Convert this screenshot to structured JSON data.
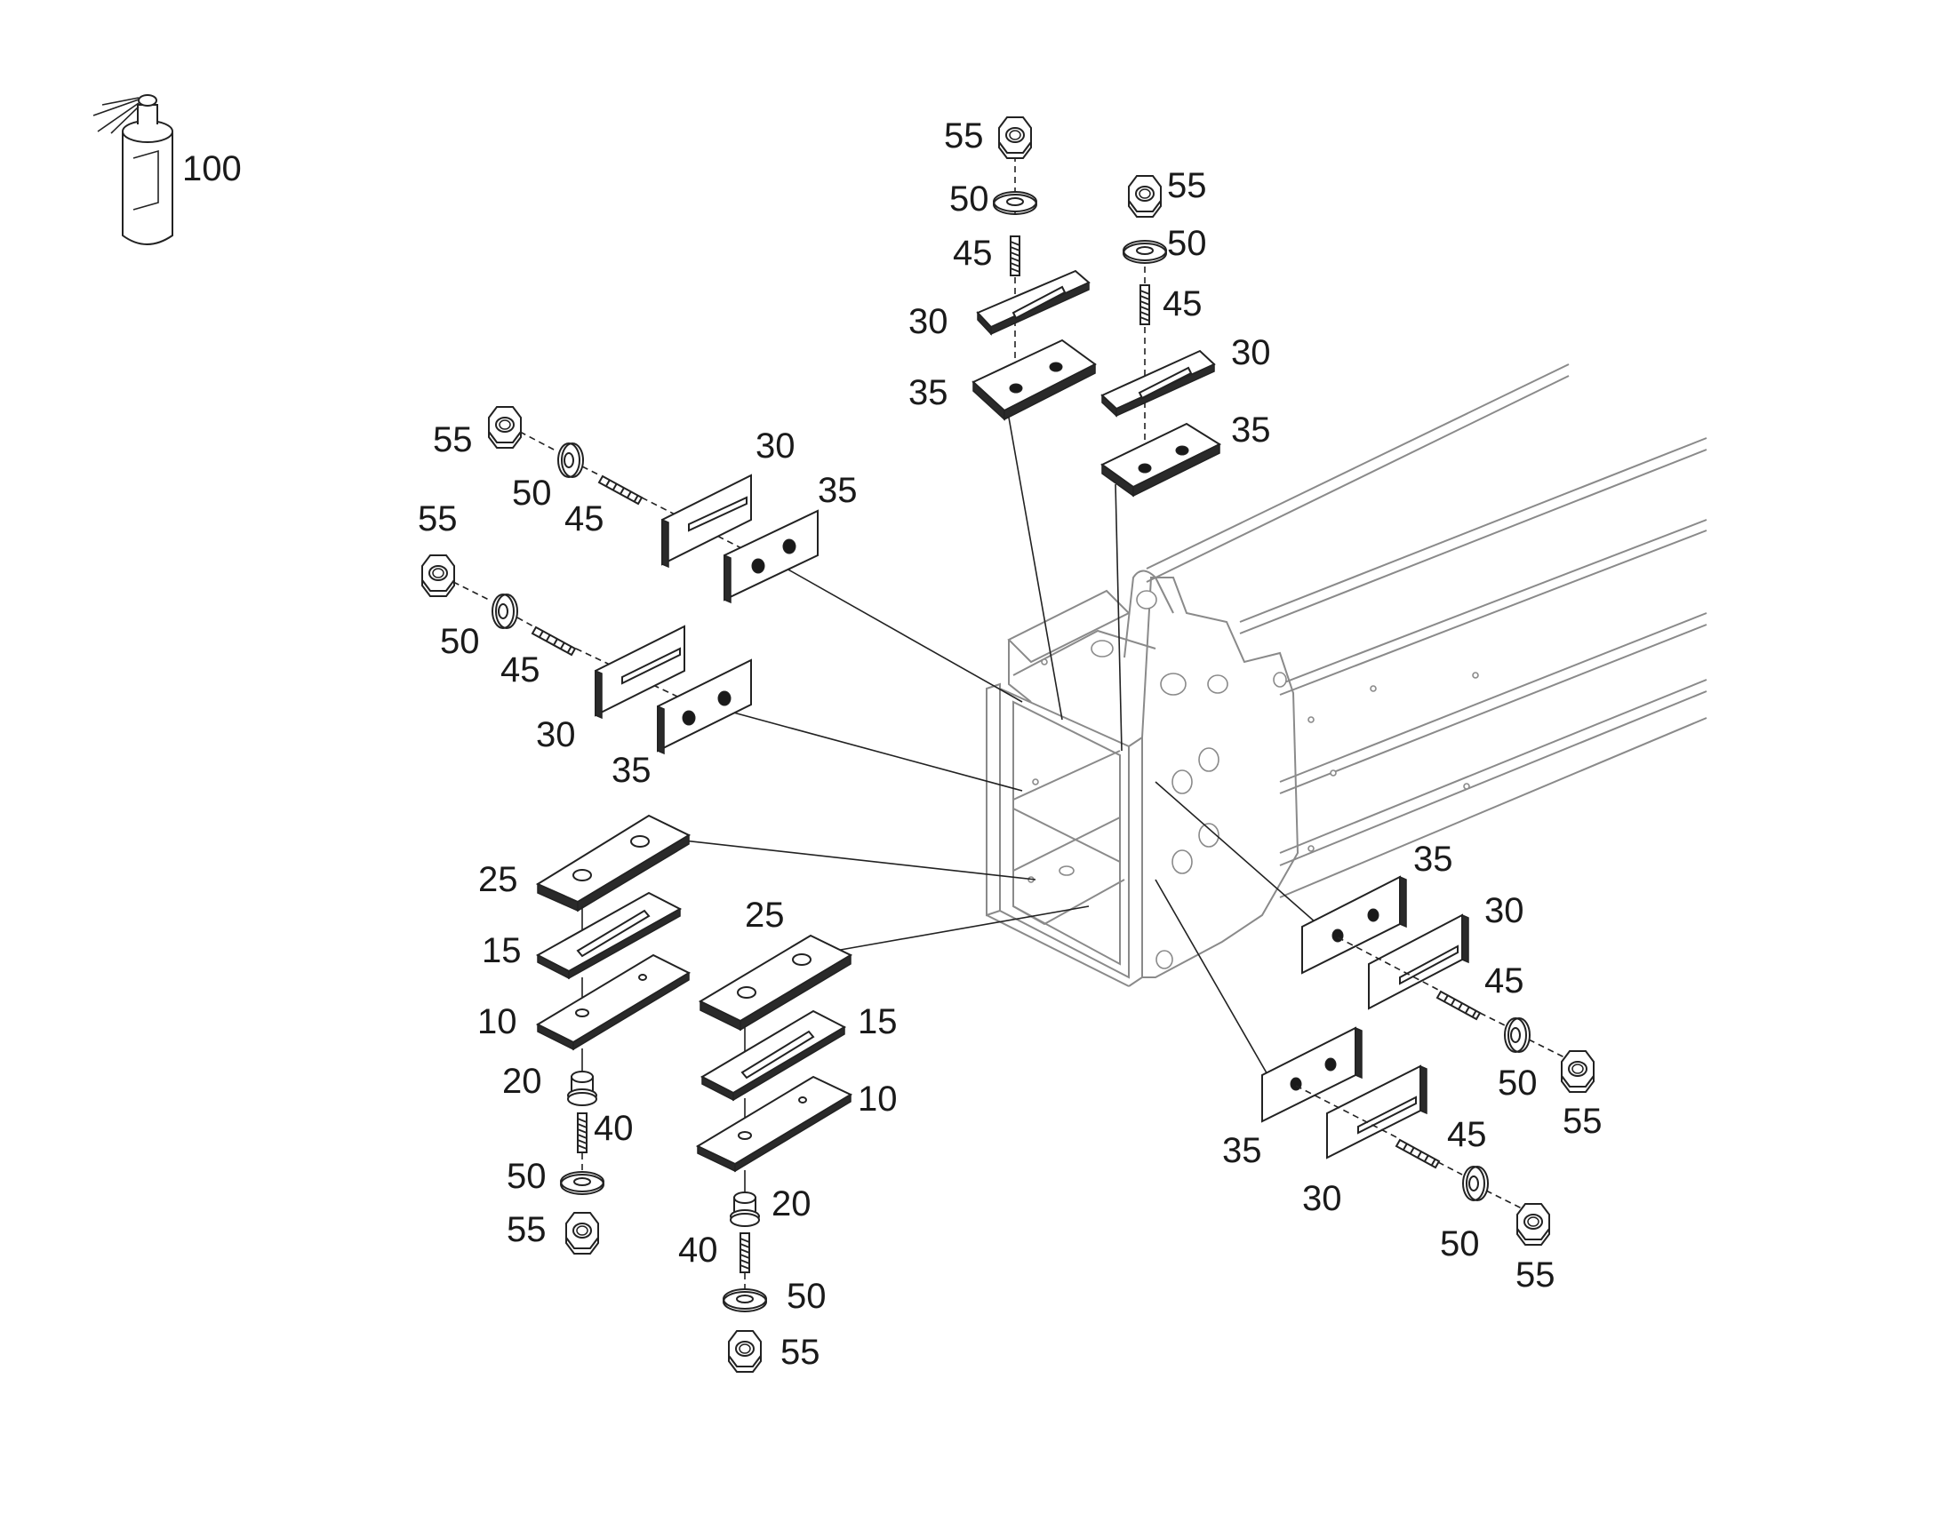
{
  "diagram": {
    "labels": [
      {
        "id": "l100",
        "text": "100"
      },
      {
        "id": "l55a",
        "text": "55"
      },
      {
        "id": "l50a",
        "text": "50"
      },
      {
        "id": "l45a",
        "text": "45"
      },
      {
        "id": "l30a",
        "text": "30"
      },
      {
        "id": "l35a",
        "text": "35"
      },
      {
        "id": "l55b",
        "text": "55"
      },
      {
        "id": "l50b",
        "text": "50"
      },
      {
        "id": "l45b",
        "text": "45"
      },
      {
        "id": "l30b",
        "text": "30"
      },
      {
        "id": "l35b",
        "text": "35"
      },
      {
        "id": "l55c",
        "text": "55"
      },
      {
        "id": "l50c",
        "text": "50"
      },
      {
        "id": "l45c",
        "text": "45"
      },
      {
        "id": "l30c",
        "text": "30"
      },
      {
        "id": "l35c",
        "text": "35"
      },
      {
        "id": "l55d",
        "text": "55"
      },
      {
        "id": "l50d",
        "text": "50"
      },
      {
        "id": "l45d",
        "text": "45"
      },
      {
        "id": "l30d",
        "text": "30"
      },
      {
        "id": "l35d",
        "text": "35"
      },
      {
        "id": "l25a",
        "text": "25"
      },
      {
        "id": "l15a",
        "text": "15"
      },
      {
        "id": "l10a",
        "text": "10"
      },
      {
        "id": "l20a",
        "text": "20"
      },
      {
        "id": "l40a",
        "text": "40"
      },
      {
        "id": "l50e",
        "text": "50"
      },
      {
        "id": "l55e",
        "text": "55"
      },
      {
        "id": "l25b",
        "text": "25"
      },
      {
        "id": "l15b",
        "text": "15"
      },
      {
        "id": "l10b",
        "text": "10"
      },
      {
        "id": "l20b",
        "text": "20"
      },
      {
        "id": "l40b",
        "text": "40"
      },
      {
        "id": "l50f",
        "text": "50"
      },
      {
        "id": "l55f",
        "text": "55"
      },
      {
        "id": "l35e",
        "text": "35"
      },
      {
        "id": "l30e",
        "text": "30"
      },
      {
        "id": "l45e",
        "text": "45"
      },
      {
        "id": "l50g",
        "text": "50"
      },
      {
        "id": "l55g",
        "text": "55"
      },
      {
        "id": "l35f",
        "text": "35"
      },
      {
        "id": "l30f",
        "text": "30"
      },
      {
        "id": "l45f",
        "text": "45"
      },
      {
        "id": "l50h",
        "text": "50"
      },
      {
        "id": "l55h",
        "text": "55"
      }
    ]
  }
}
